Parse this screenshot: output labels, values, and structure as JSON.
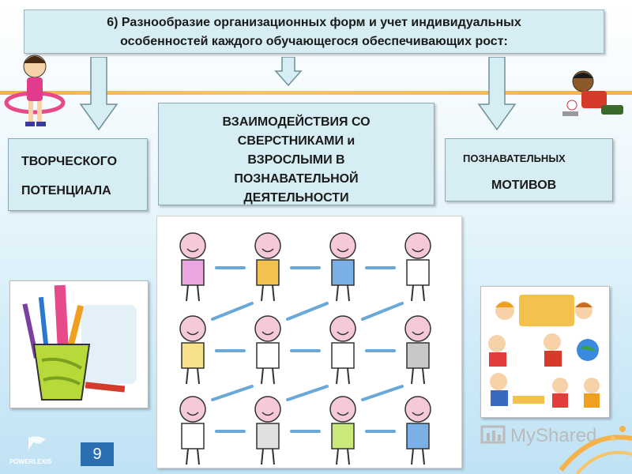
{
  "slide": {
    "title_line1": "6) Разнообразие организационных форм и учет индивидуальных",
    "title_line2": "особенностей каждого обучающегося обеспечивающих рост:",
    "card_left_line1": "ТВОРЧЕСКОГО",
    "card_left_line2": "ПОТЕНЦИАЛА",
    "card_center_line1": "ВЗАИМОДЕЙСТВИЯ СО",
    "card_center_line2": "СВЕРСТНИКАМИ и",
    "card_center_line3": "ВЗРОСЛЫМИ В",
    "card_center_line4": "ПОЗНАВАТЕЛЬНОЙ",
    "card_center_line5": "ДЕЯТЕЛЬНОСТИ",
    "card_right_line1": "ПОЗНАВАТЕЛЬНЫХ",
    "card_right_line2": "МОТИВОВ",
    "page_number": "9",
    "logo_text": "POWERLEXIS",
    "watermark": "MyShared"
  },
  "colors": {
    "card_fill": "#d6eef3",
    "accent_line": "#f6b24a",
    "page_badge": "#2a6fb0"
  }
}
